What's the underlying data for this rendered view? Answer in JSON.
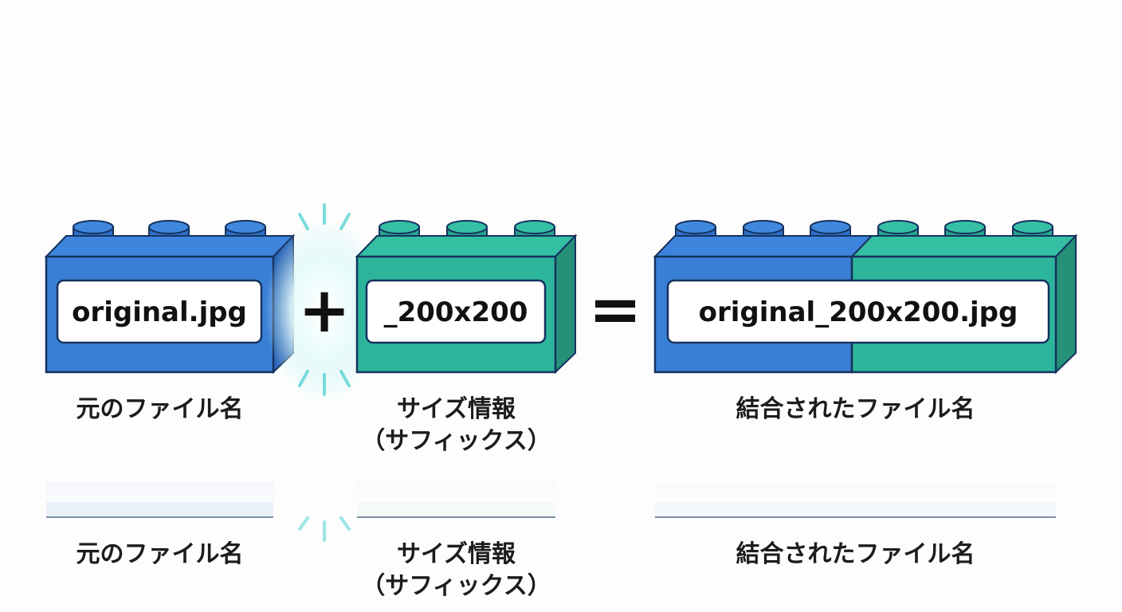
{
  "colors": {
    "blue": "#3a7fd6",
    "blue_side": "#2a64b8",
    "teal": "#2db59b",
    "teal_side": "#259178",
    "outline": "#16325f",
    "glow": "#4fd1d0"
  },
  "bricks": [
    {
      "label": "original.jpg",
      "caption": "元のファイル名",
      "caption_line2": ""
    },
    {
      "label": "_200x200",
      "caption": "サイズ情報",
      "caption_line2": "（サフィックス）"
    },
    {
      "label": "original_200x200.jpg",
      "caption": "結合されたファイル名",
      "caption_line2": ""
    }
  ],
  "operators": {
    "plus": "+",
    "equals": "="
  },
  "reflection": {
    "captions": [
      {
        "caption": "元のファイル名",
        "caption_line2": ""
      },
      {
        "caption": "サイズ情報",
        "caption_line2": "（サフィックス）"
      },
      {
        "caption": "結合されたファイル名",
        "caption_line2": ""
      }
    ]
  }
}
